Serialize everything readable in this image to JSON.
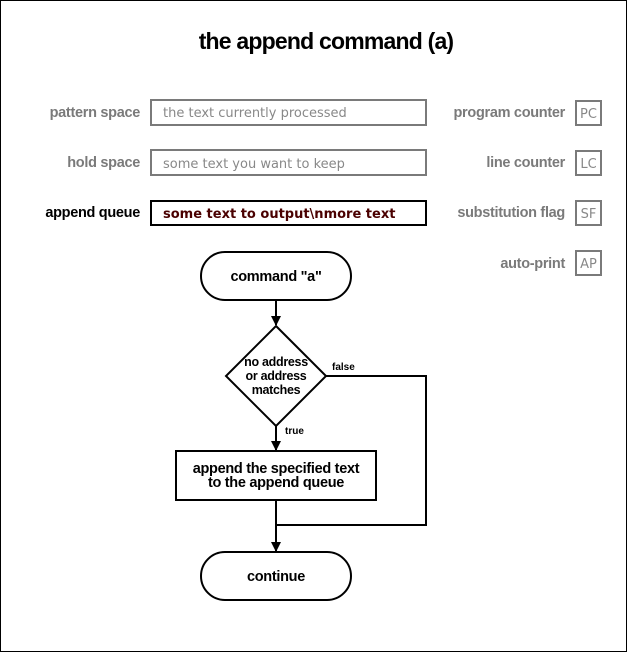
{
  "title": "the append command (a)",
  "buffers": [
    {
      "label": "pattern space",
      "value": "the text currently processed",
      "active": false
    },
    {
      "label": "hold space",
      "value": "some text you want to keep",
      "active": false
    },
    {
      "label": "append queue",
      "value": "some text to output\\nmore text",
      "active": true
    }
  ],
  "registers": [
    {
      "label": "program counter",
      "abbr": "PC"
    },
    {
      "label": "line counter",
      "abbr": "LC"
    },
    {
      "label": "substitution flag",
      "abbr": "SF"
    },
    {
      "label": "auto-print",
      "abbr": "AP"
    }
  ],
  "flow": {
    "start": "command \"a\"",
    "decision": [
      "no address",
      "or address",
      "matches"
    ],
    "true_label": "true",
    "false_label": "false",
    "action": [
      "append the specified text",
      "to the append queue"
    ],
    "end": "continue"
  },
  "colors": {
    "muted": "#7a7a7a",
    "accent_text": "#4a0000",
    "line": "#000000"
  }
}
